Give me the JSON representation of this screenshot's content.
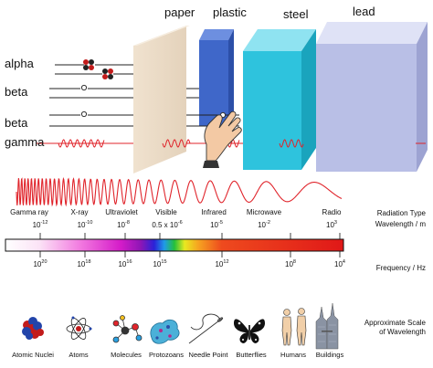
{
  "materials": {
    "paper": "paper",
    "plastic": "plastic",
    "steel": "steel",
    "lead": "lead"
  },
  "radiation": {
    "alpha": "alpha",
    "beta1": "beta",
    "beta2": "beta",
    "gamma": "gamma"
  },
  "bands": [
    "Gamma ray",
    "X-ray",
    "Ultraviolet",
    "Visible",
    "Infrared",
    "Microwave",
    "Radio"
  ],
  "wavelength": [
    {
      "base": "10",
      "exp": "-12"
    },
    {
      "base": "10",
      "exp": "-10"
    },
    {
      "base": "10",
      "exp": "-8"
    },
    {
      "base": "0.5 x 10",
      "exp": "-6"
    },
    {
      "base": "10",
      "exp": "-5"
    },
    {
      "base": "10",
      "exp": "-2"
    },
    {
      "base": "10",
      "exp": "3"
    }
  ],
  "frequency": [
    {
      "base": "10",
      "exp": "20"
    },
    {
      "base": "10",
      "exp": "18"
    },
    {
      "base": "10",
      "exp": "16"
    },
    {
      "base": "10",
      "exp": "15"
    },
    {
      "base": "10",
      "exp": "12"
    },
    {
      "base": "10",
      "exp": "8"
    },
    {
      "base": "10",
      "exp": "4"
    }
  ],
  "scales": [
    "Atomic Nuclei",
    "Atoms",
    "Molecules",
    "Protozoans",
    "Needle Point",
    "Butterflies",
    "Humans",
    "Buildings"
  ],
  "side_labels": {
    "radiation_type": "Radiation Type",
    "wavelength": "Wavelength / m",
    "frequency": "Frequency / Hz",
    "scale1": "Approximate Scale",
    "scale2": "of Wavelength"
  },
  "colors": {
    "paper": "#ead9c2",
    "plastic": "#3f67c9",
    "steel": "#2ec3dd",
    "lead": "#b9bfe6",
    "wave": "#e0242b"
  },
  "icons": [
    "nucleus-icon",
    "atom-icon",
    "molecule-icon",
    "protozoa-icon",
    "needle-icon",
    "butterfly-icon",
    "humans-icon",
    "buildings-icon",
    "hand-icon"
  ]
}
